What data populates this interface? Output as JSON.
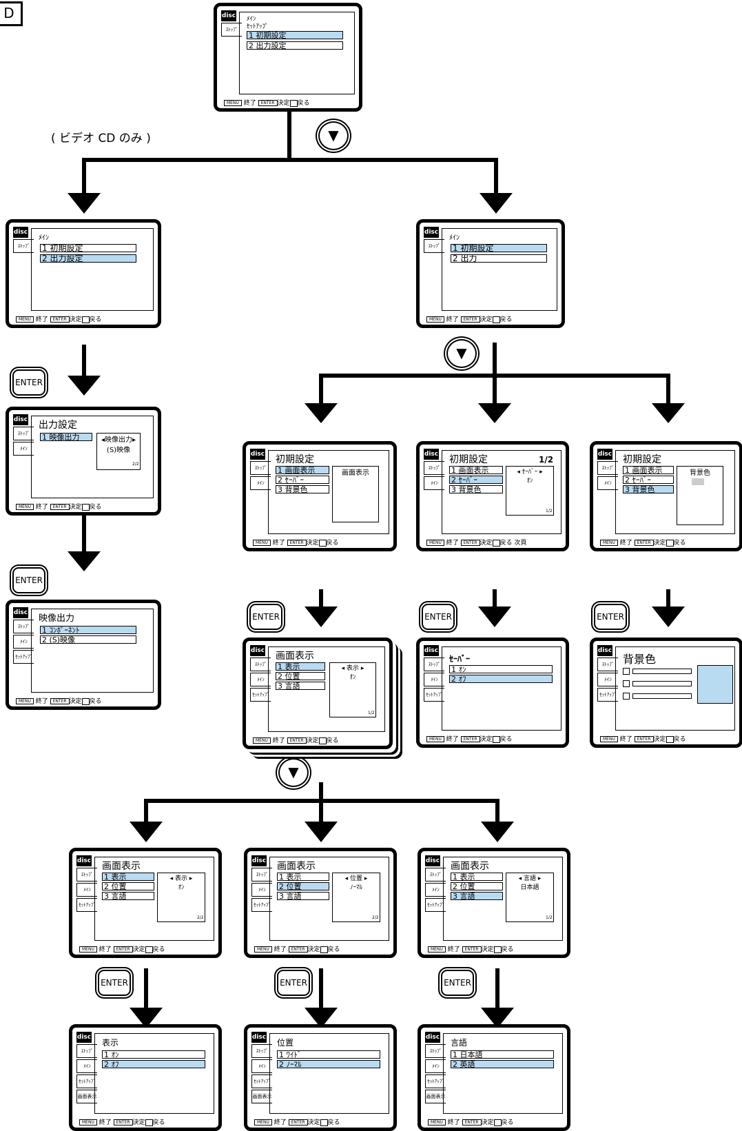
{
  "corner_label": "D",
  "note_video_cd_only": "( ビデオ CD のみ )",
  "enter_label": "ENTER",
  "down_symbol": "▼",
  "footer": {
    "menu": "MENU",
    "end": "終了",
    "enter": "ENTER",
    "decide": "決定",
    "back": "戻る",
    "next_page": "次頁"
  },
  "logo": "disc",
  "tabs": {
    "stop": "ｽﾄｯﾌﾟ",
    "main": "ﾒｲﾝ",
    "setup": "ｾｯﾄｱｯﾌﾟ",
    "screen_display": "画面表示"
  },
  "screens": {
    "top": {
      "title1": "ﾒｲﾝ",
      "title2": "ｾｯﾄｱｯﾌﾟ",
      "items": [
        "1 初期設定",
        "2 出力設定"
      ]
    },
    "main_left": {
      "title": "ﾒｲﾝ",
      "items": [
        "1 初期設定",
        "2 出力設定"
      ]
    },
    "main_right": {
      "title": "ﾒｲﾝ",
      "items": [
        "1 初期設定",
        "2 出力"
      ]
    },
    "output_settings": {
      "title": "出力設定",
      "items": [
        "1 映像出力"
      ],
      "option_label": "◂映像出力▸",
      "option_value": "(S)映像",
      "page": "2/2"
    },
    "video_output": {
      "title": "映像出力",
      "items": [
        "1 ｺﾝﾎﾟｰﾈﾝﾄ",
        "2 (S)映像"
      ]
    },
    "initial_a": {
      "title": "初期設定",
      "items": [
        "1 画面表示",
        "2 ｾｰﾊﾞｰ",
        "3 背景色"
      ],
      "side_label": "画面表示"
    },
    "initial_b": {
      "title": "初期設定",
      "page_big": "1/2",
      "items": [
        "1 画面表示",
        "2 ｾｰﾊﾞｰ",
        "3 背景色"
      ],
      "side_label": "◂ ｾｰﾊﾞｰ ▸",
      "side_value": "ｵﾝ",
      "page": "1/2"
    },
    "initial_c": {
      "title": "初期設定",
      "items": [
        "1 画面表示",
        "2 ｾｰﾊﾞｰ",
        "3 背景色"
      ],
      "side_label": "背景色"
    },
    "display_a": {
      "title": "画面表示",
      "items": [
        "1 表示",
        "2 位置",
        "3 言語"
      ],
      "side_label": "◂  表示  ▸",
      "side_value": "ｵﾝ",
      "page": "1/2"
    },
    "saver": {
      "title": "ｾｰﾊﾞｰ",
      "items": [
        "1 ｵﾝ",
        "2 ｵﾌ"
      ]
    },
    "bgcolor": {
      "title": "背景色"
    },
    "display_show": {
      "title": "画面表示",
      "items": [
        "1 表示",
        "2 位置",
        "3 言語"
      ],
      "side_label": "◂  表示  ▸",
      "side_value": "ｵﾝ",
      "page": "2/2"
    },
    "display_pos": {
      "title": "画面表示",
      "items": [
        "1 表示",
        "2 位置",
        "3 言語"
      ],
      "side_label": "◂  位置  ▸",
      "side_value": "ﾉｰﾏﾙ",
      "page": "2/2"
    },
    "display_lang": {
      "title": "画面表示",
      "items": [
        "1 表示",
        "2 位置",
        "3 言語"
      ],
      "side_label": "◂  言語  ▸",
      "side_value": "日本語",
      "page": "1/2"
    },
    "show": {
      "title": "表示",
      "items": [
        "1 ｵﾝ",
        "2 ｵﾌ"
      ]
    },
    "position": {
      "title": "位置",
      "items": [
        "1 ﾜｲﾄﾞ",
        "2 ﾉｰﾏﾙ"
      ]
    },
    "language": {
      "title": "言語",
      "items": [
        "1 日本語",
        "2 英語"
      ]
    }
  }
}
